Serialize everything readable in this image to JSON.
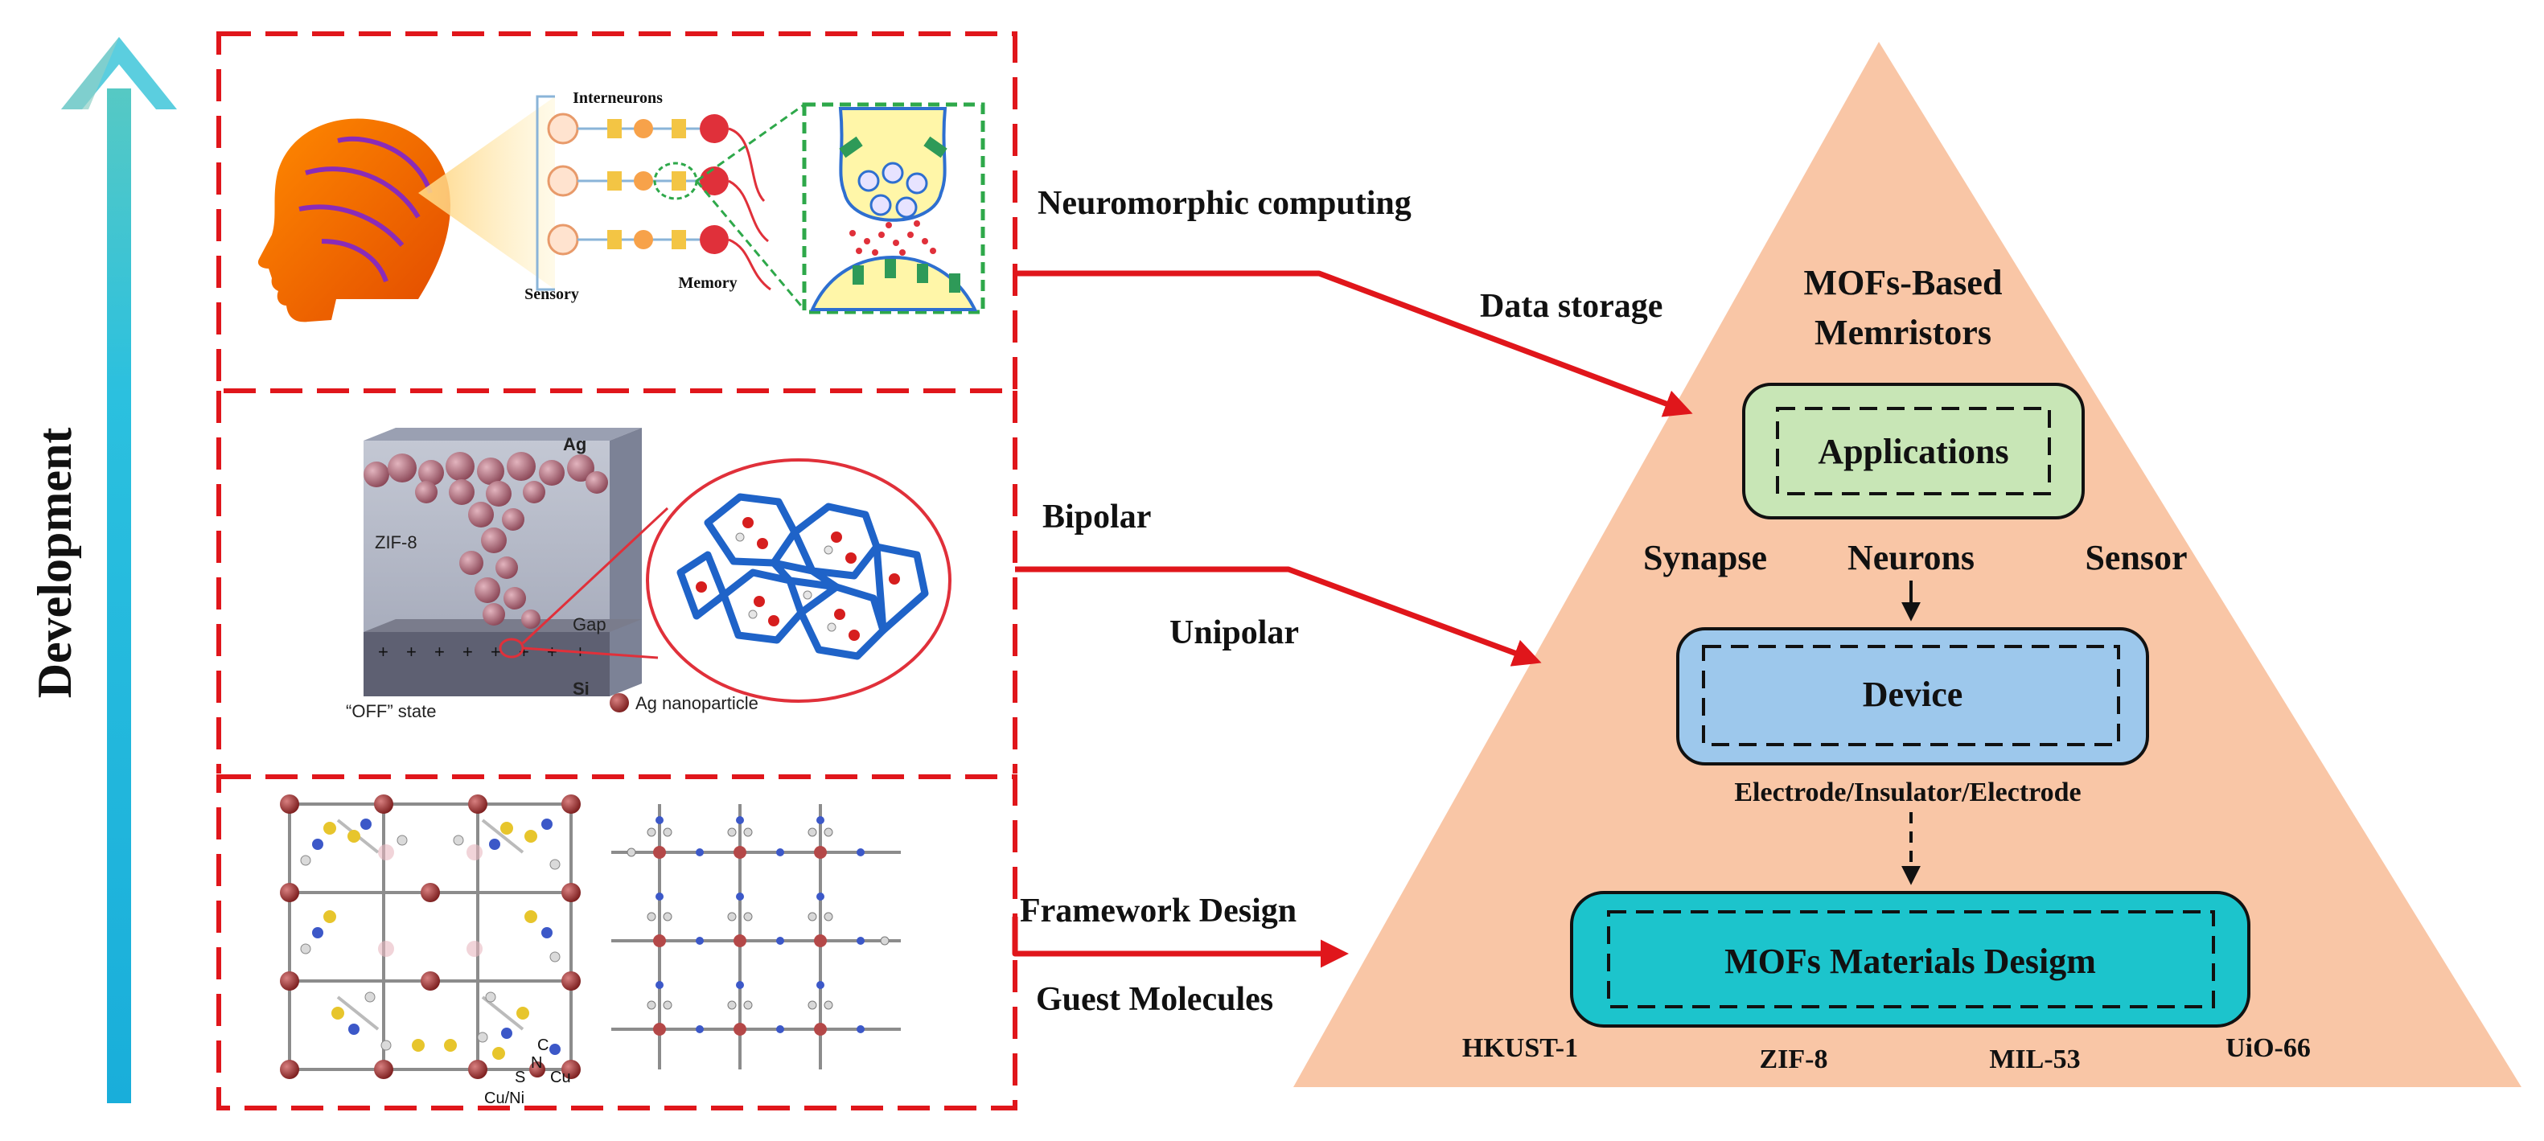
{
  "axis": {
    "label": "Development"
  },
  "panels": {
    "neuro": {
      "interneurons": "Interneurons",
      "sensory": "Sensory",
      "memory": "Memory"
    },
    "filament": {
      "ag": "Ag",
      "zif8": "ZIF-8",
      "gap": "Gap",
      "si": "Si",
      "off_state": "“OFF” state",
      "nanoparticle": "Ag nanoparticle"
    },
    "framework": {
      "c": "C",
      "n": "N",
      "s": "S",
      "cu": "Cu",
      "cuni": "Cu/Ni"
    }
  },
  "links": {
    "neuromorphic": "Neuromorphic computing",
    "data_storage": "Data storage",
    "bipolar": "Bipolar",
    "unipolar": "Unipolar",
    "framework_design": "Framework Design",
    "guest_molecules": "Guest Molecules"
  },
  "pyramid": {
    "title_line1": "MOFs-Based",
    "title_line2": "Memristors",
    "applications": "Applications",
    "synapse": "Synapse",
    "neurons": "Neurons",
    "sensor": "Sensor",
    "device": "Device",
    "electrode": "Electrode/Insulator/Electrode",
    "materials": "MOFs Materials Desigm",
    "mofs": [
      "HKUST-1",
      "ZIF-8",
      "MIL-53",
      "UiO-66"
    ]
  },
  "colors": {
    "pyramid": "#F9C6A6",
    "applications": "#C8E6B6",
    "device": "#9DC8EC",
    "materials": "#1CC4CC",
    "arrow_red": "#E0161B",
    "axis_teal": "#20B5D8"
  }
}
